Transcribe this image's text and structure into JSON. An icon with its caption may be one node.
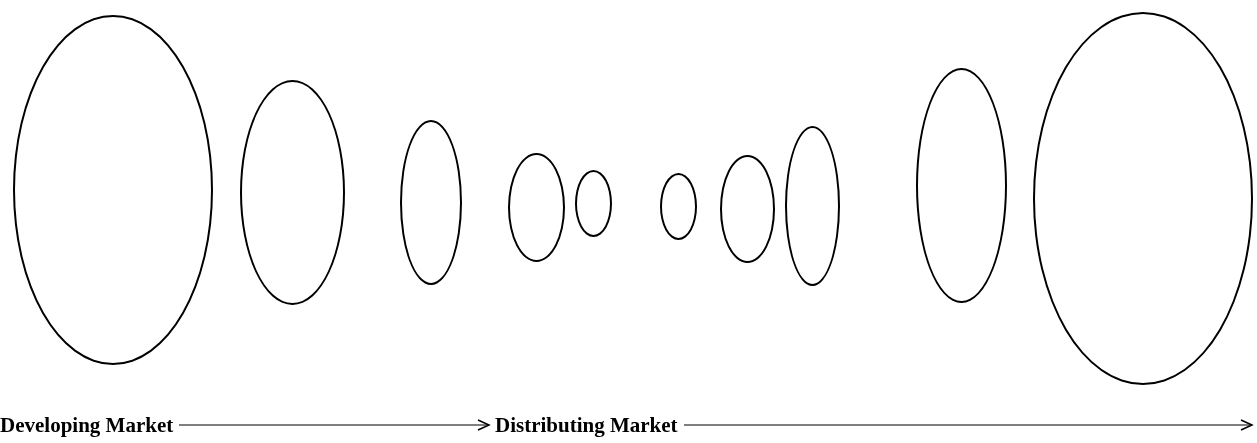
{
  "diagram": {
    "nodes": [
      {
        "text": [],
        "shape": "ellipse"
      },
      {
        "text": [],
        "shape": "ellipse"
      },
      {
        "text": [],
        "shape": "ellipse"
      },
      {
        "text": [],
        "shape": "ellipse"
      },
      {
        "text": [],
        "shape": "ellipse"
      },
      {
        "text": [],
        "shape": "ellipse"
      },
      {
        "text": [],
        "shape": "ellipse"
      },
      {
        "text": [],
        "shape": "ellipse"
      },
      {
        "text": [],
        "shape": "ellipse"
      },
      {
        "text": [],
        "shape": "ellipse"
      },
      {
        "text": [
          "Developing Market"
        ]
      },
      {
        "text": [
          "Distributing Market"
        ]
      }
    ],
    "edges": [
      {
        "from": 10,
        "to": 11,
        "arrow": "to"
      },
      {
        "from": 11,
        "to": null,
        "arrow": "to"
      }
    ]
  }
}
